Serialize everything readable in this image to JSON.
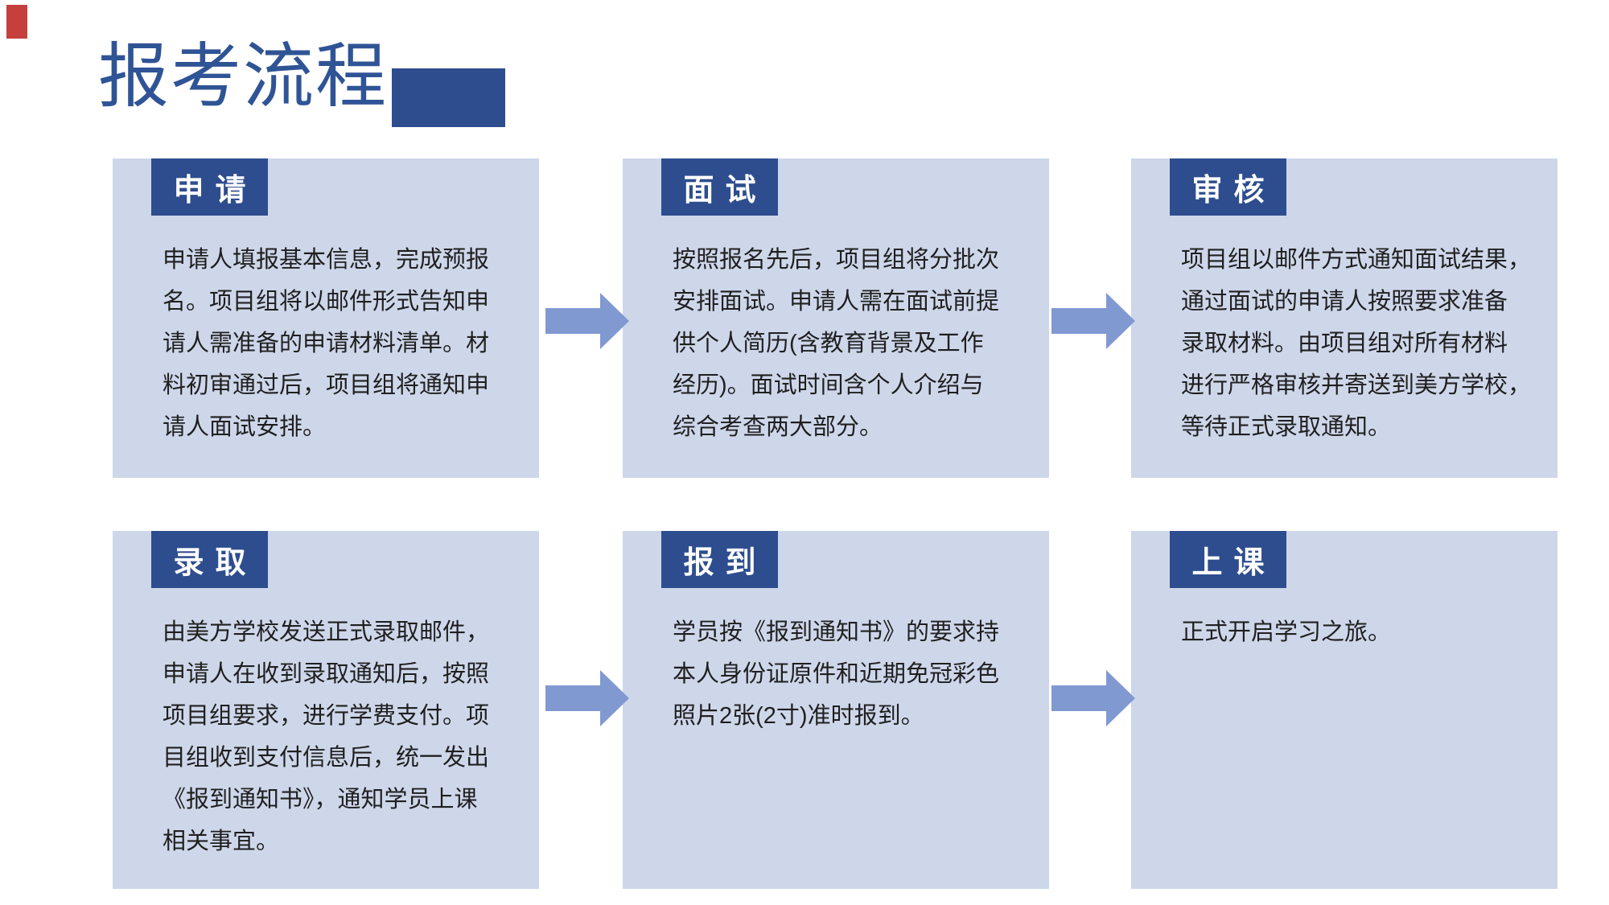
{
  "colors": {
    "page_bg": "#FFFFFF",
    "title_blue": "#2F5496",
    "dark_blue": "#2E4D8E",
    "card_bg": "#CED7EA",
    "arrow_blue": "#8199D1",
    "body_text": "#1F1F1F",
    "corner_red": "#C5403C"
  },
  "header": {
    "title": "报考流程"
  },
  "cards": [
    {
      "tab": "申请",
      "body": [
        "申请人填报基本信息，完成预报",
        "名。项目组将以邮件形式告知申",
        "请人需准备的申请材料清单。材",
        "料初审通过后，项目组将通知申",
        "请人面试安排。"
      ]
    },
    {
      "tab": "面试",
      "body": [
        "按照报名先后，项目组将分批次",
        "安排面试。申请人需在面试前提",
        "供个人简历(含教育背景及工作",
        "经历)。面试时间含个人介绍与",
        "综合考查两大部分。"
      ]
    },
    {
      "tab": "审核",
      "body": [
        "项目组以邮件方式通知面试结果，",
        "通过面试的申请人按照要求准备",
        "录取材料。由项目组对所有材料",
        "进行严格审核并寄送到美方学校，",
        "等待正式录取通知。"
      ]
    },
    {
      "tab": "录取",
      "body": [
        "由美方学校发送正式录取邮件，",
        "申请人在收到录取通知后，按照",
        "项目组要求，进行学费支付。项",
        "目组收到支付信息后，统一发出",
        "《报到通知书》，通知学员上课",
        "相关事宜。"
      ]
    },
    {
      "tab": "报到",
      "body": [
        "学员按《报到通知书》的要求持",
        "本人身份证原件和近期免冠彩色",
        "照片2张(2寸)准时报到。"
      ]
    },
    {
      "tab": "上课",
      "body": [
        "正式开启学习之旅。"
      ]
    }
  ]
}
